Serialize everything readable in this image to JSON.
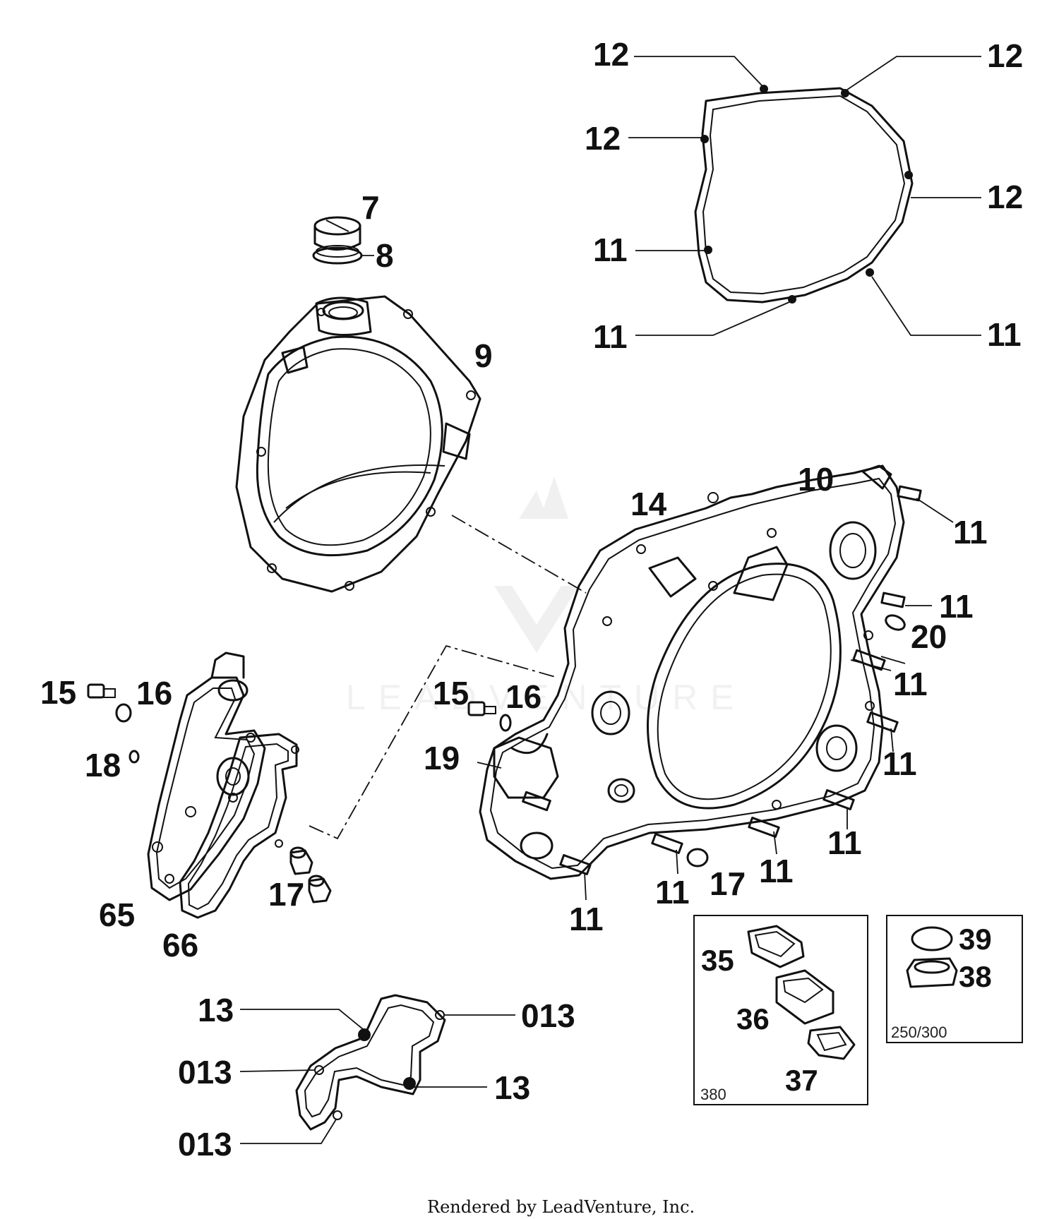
{
  "labels": {
    "l_12a": "12",
    "l_12b": "12",
    "l_12c": "12",
    "l_12d": "12",
    "l_11a": "11",
    "l_11b": "11",
    "l_11c": "11",
    "l_7": "7",
    "l_8": "8",
    "l_9": "9",
    "l_10": "10",
    "l_14": "14",
    "l_11d": "11",
    "l_11e": "11",
    "l_20": "20",
    "l_11f": "11",
    "l_11g": "11",
    "l_11h": "11",
    "l_11i": "11",
    "l_11j": "11",
    "l_11k": "11",
    "l_15a": "15",
    "l_16a": "16",
    "l_18": "18",
    "l_15b": "15",
    "l_16b": "16",
    "l_19": "19",
    "l_17a": "17",
    "l_17b": "17",
    "l_65": "65",
    "l_66": "66",
    "l_13a": "13",
    "l_013a": "013",
    "l_013b": "013",
    "l_13b": "13",
    "l_013c": "013",
    "l_35": "35",
    "l_36": "36",
    "l_37": "37",
    "l_39": "39",
    "l_38": "38"
  },
  "insets": {
    "variant_380": "380",
    "variant_250_300": "250/300"
  },
  "watermark": "LEADVENTURE",
  "footer": "Rendered by LeadVenture, Inc."
}
